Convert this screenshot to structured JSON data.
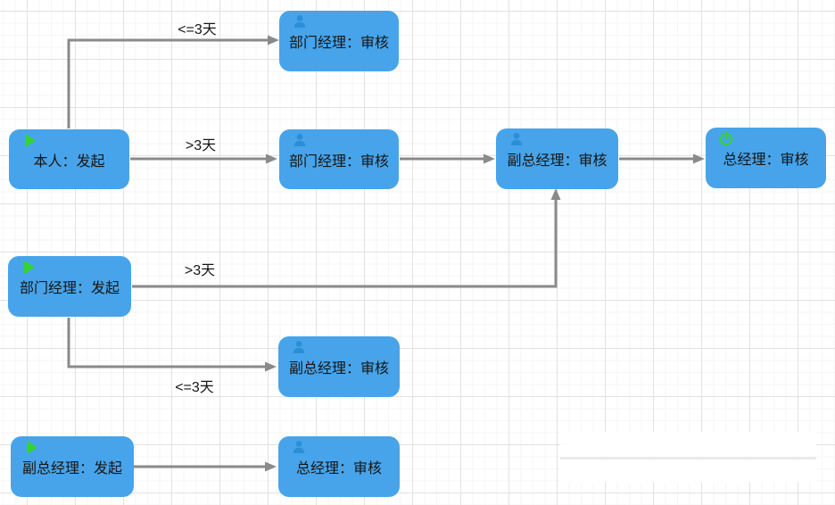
{
  "canvas": {
    "type": "workflow-diagram",
    "language": "zh-CN"
  },
  "colors": {
    "node_fill": "#47A4EA",
    "icon_blue": "#2B8FD6",
    "icon_green": "#33D433",
    "arrow_gray": "#8A8A8A",
    "text_color": "#161616",
    "panel_line": "#E9E9E9"
  },
  "nodes": [
    {
      "id": "n1",
      "label": "本人：发起",
      "icon": "play-icon"
    },
    {
      "id": "n2",
      "label": "部门经理：审核",
      "icon": "user-icon"
    },
    {
      "id": "n3",
      "label": "部门经理：审核",
      "icon": "user-icon"
    },
    {
      "id": "n4",
      "label": "副总经理：审核",
      "icon": "user-icon"
    },
    {
      "id": "n5",
      "label": "总经理：审核",
      "icon": "power-icon"
    },
    {
      "id": "n6",
      "label": "部门经理：发起",
      "icon": "play-icon"
    },
    {
      "id": "n7",
      "label": "副总经理：审核",
      "icon": "user-icon"
    },
    {
      "id": "n8",
      "label": "副总经理：发起",
      "icon": "play-icon"
    },
    {
      "id": "n9",
      "label": "总经理：审核",
      "icon": "user-icon"
    }
  ],
  "edges": [
    {
      "from": "n1",
      "to": "n2",
      "label": "<=3天"
    },
    {
      "from": "n1",
      "to": "n3",
      "label": ">3天"
    },
    {
      "from": "n3",
      "to": "n4",
      "label": ""
    },
    {
      "from": "n4",
      "to": "n5",
      "label": ""
    },
    {
      "from": "n6",
      "to": "n4",
      "label": ">3天"
    },
    {
      "from": "n6",
      "to": "n7",
      "label": "<=3天"
    },
    {
      "from": "n8",
      "to": "n9",
      "label": ""
    }
  ]
}
